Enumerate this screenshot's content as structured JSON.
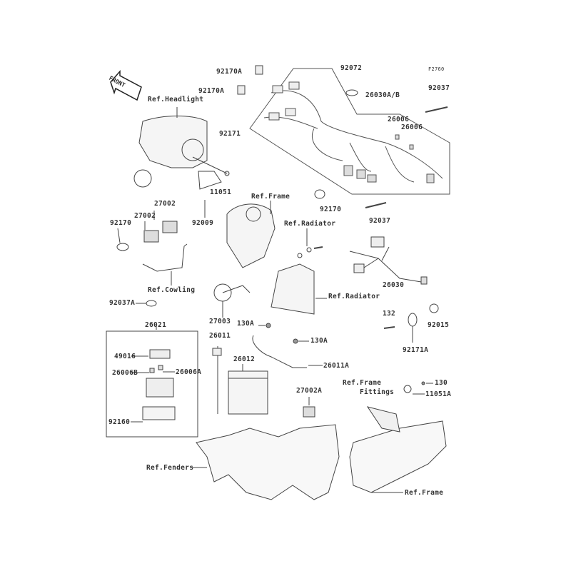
{
  "diagram_code": "F2760",
  "front_marker": "FRONT",
  "labels": {
    "p92170A_1": "92170A",
    "p92170A_2": "92170A",
    "p92072": "92072",
    "p26030AB": "26030A/B",
    "p92037_1": "92037",
    "p26006_1": "26006",
    "p26006_2": "26006",
    "ref_headlight": "Ref.Headlight",
    "p92171": "92171",
    "p11051": "11051",
    "p92009": "92009",
    "ref_frame_1": "Ref.Frame",
    "p92170_1": "92170",
    "p92037_2": "92037",
    "p27002_1": "27002",
    "p27002_2": "27002",
    "p92170_2": "92170",
    "ref_radiator_1": "Ref.Radiator",
    "p26030": "26030",
    "ref_cowling": "Ref.Cowling",
    "p92037A": "92037A",
    "ref_radiator_2": "Ref.Radiator",
    "p27003": "27003",
    "p130A_1": "130A",
    "p132": "132",
    "p92015": "92015",
    "p26021": "26021",
    "p26011": "26011",
    "p130A_2": "130A",
    "p92171A": "92171A",
    "p49016": "49016",
    "p26012": "26012",
    "p26011A": "26011A",
    "p26006B": "26006B",
    "p26006A": "26006A",
    "ref_frame_fittings_1": "Ref.Frame",
    "ref_frame_fittings_2": "Fittings",
    "p130": "130",
    "p11051A": "11051A",
    "p27002A": "27002A",
    "p92160": "92160",
    "ref_fenders": "Ref.Fenders",
    "ref_frame_2": "Ref.Frame"
  },
  "colors": {
    "line": "#444444",
    "fill": "#f2f2f2"
  }
}
